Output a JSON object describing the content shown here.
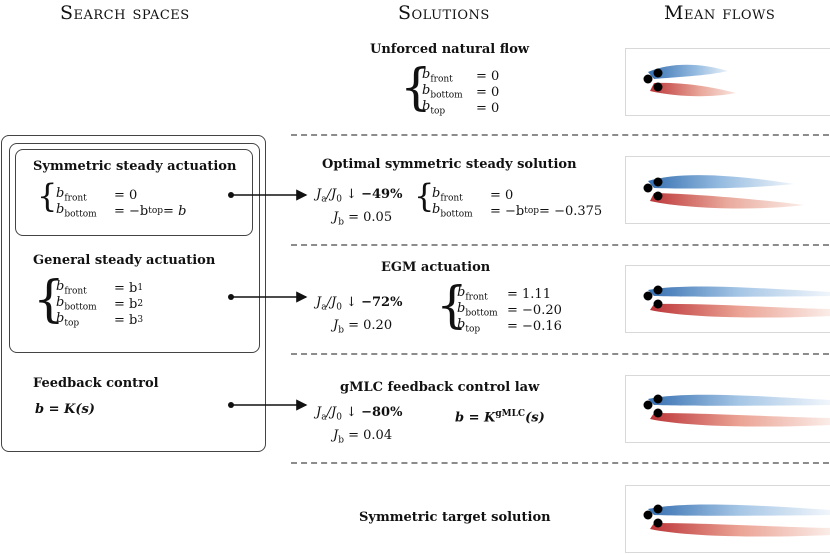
{
  "headers": {
    "search": "Search spaces",
    "solutions": "Solutions",
    "mean": "Mean flows"
  },
  "search": {
    "symmetric": {
      "title": "Symmetric steady actuation",
      "rows": [
        {
          "var": "b",
          "sub": "front",
          "rhs": "= 0"
        },
        {
          "var": "b",
          "sub": "bottom",
          "rhs": "= −b",
          "rhs_sub": "top",
          "rhs_tail": " = b"
        }
      ]
    },
    "general": {
      "title": "General steady actuation",
      "rows": [
        {
          "var": "b",
          "sub": "front",
          "rhs": "= b",
          "rhs_sub": "1"
        },
        {
          "var": "b",
          "sub": "bottom",
          "rhs": "= b",
          "rhs_sub": "2"
        },
        {
          "var": "b",
          "sub": "top",
          "rhs": "= b",
          "rhs_sub": "3"
        }
      ]
    },
    "feedback": {
      "title": "Feedback control",
      "law": "b = K(s)"
    }
  },
  "solutions": {
    "unforced": {
      "title": "Unforced natural flow",
      "rows": [
        {
          "var": "b",
          "sub": "front",
          "rhs": "= 0"
        },
        {
          "var": "b",
          "sub": "bottom",
          "rhs": "= 0"
        },
        {
          "var": "b",
          "sub": "top",
          "rhs": "= 0"
        }
      ]
    },
    "optimal": {
      "title": "Optimal symmetric steady solution",
      "ratio_label": "J",
      "reduction": "−49%",
      "jb": "J",
      "jb_value": " = 0.05",
      "rows": [
        {
          "var": "b",
          "sub": "front",
          "rhs": "= 0"
        },
        {
          "var": "b",
          "sub": "bottom",
          "rhs": "= −b",
          "rhs_sub": "top",
          "rhs_tail": " = −0.375"
        }
      ]
    },
    "egm": {
      "title": "EGM actuation",
      "reduction": "−72%",
      "jb_value": " = 0.20",
      "rows": [
        {
          "var": "b",
          "sub": "front",
          "rhs": "= 1.11"
        },
        {
          "var": "b",
          "sub": "bottom",
          "rhs": "= −0.20"
        },
        {
          "var": "b",
          "sub": "top",
          "rhs": "= −0.16"
        }
      ]
    },
    "gmlc": {
      "title": "gMLC feedback control law",
      "reduction": "−80%",
      "jb_value": " = 0.04",
      "law": "b = K",
      "law_sup": "gMLC",
      "law_tail": "(s)"
    },
    "target": {
      "title": "Symmetric target solution"
    }
  },
  "colors": {
    "blue": "#2c6fb5",
    "red": "#c0282a",
    "dash": "#8c8c8c"
  }
}
